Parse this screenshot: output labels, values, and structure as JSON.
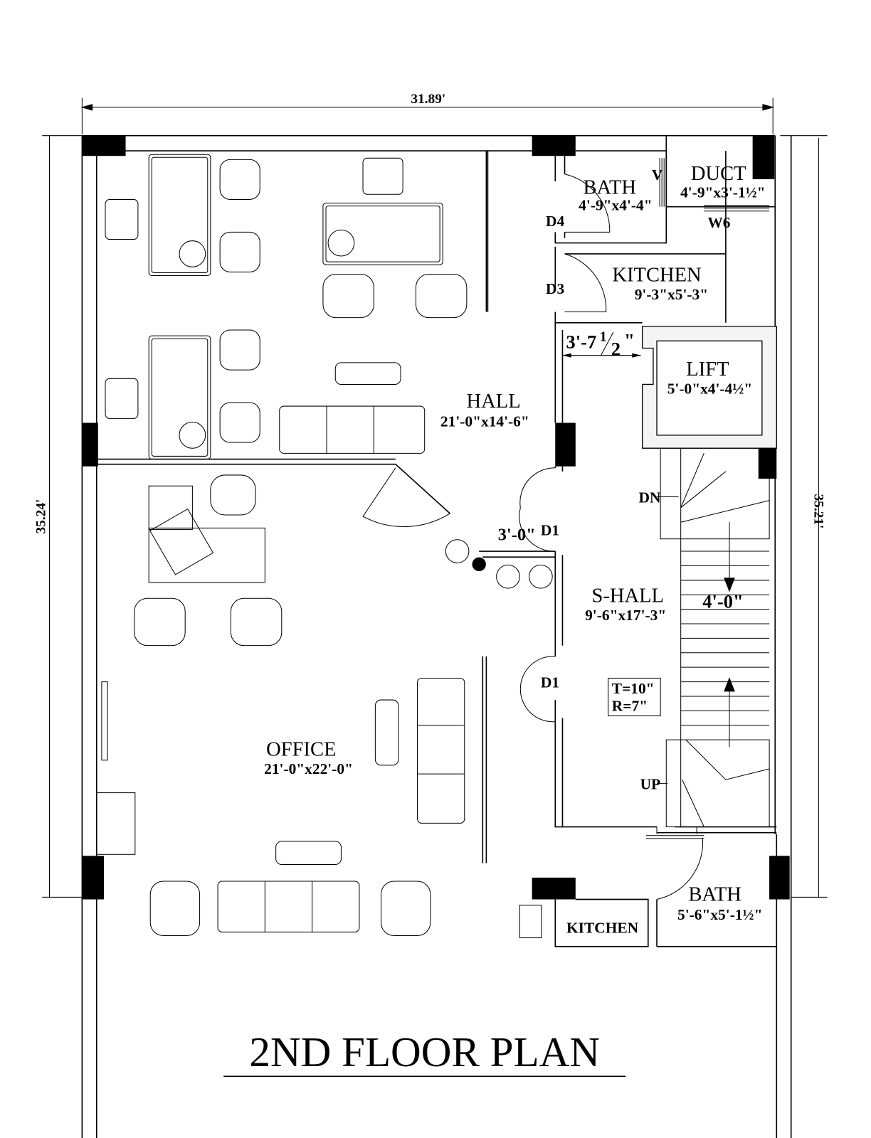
{
  "title": "2ND FLOOR PLAN",
  "dimensions": {
    "top": "31.89'",
    "left": "35.24'",
    "right": "35.21'",
    "lift_gap": "3'-7",
    "lift_gap_num": "1",
    "lift_gap_den": "2",
    "lift_gap_in": "\"",
    "door_width": "3'-0\"",
    "stair_width": "4'-0\""
  },
  "rooms": [
    {
      "name": "BATH",
      "size": "4'-9\"x4'-4\""
    },
    {
      "name": "DUCT",
      "size": "4'-9\"x3'-1½\""
    },
    {
      "name": "KITCHEN",
      "size": "9'-3\"x5'-3\""
    },
    {
      "name": "LIFT",
      "size": "5'-0\"x4'-4½\""
    },
    {
      "name": "HALL",
      "size": "21'-0\"x14'-6\""
    },
    {
      "name": "S-HALL",
      "size": "9'-6\"x17'-3\""
    },
    {
      "name": "OFFICE",
      "size": "21'-0\"x22'-0\""
    },
    {
      "name": "BATH",
      "size": "5'-6\"x5'-1½\""
    },
    {
      "name": "KITCHEN",
      "size": ""
    }
  ],
  "markers": {
    "v": "V",
    "w6": "W6",
    "d4": "D4",
    "d3": "D3",
    "d1a": "D1",
    "d1b": "D1",
    "dn": "DN",
    "up": "UP",
    "tread": "T=10\"",
    "riser": "R=7\""
  }
}
